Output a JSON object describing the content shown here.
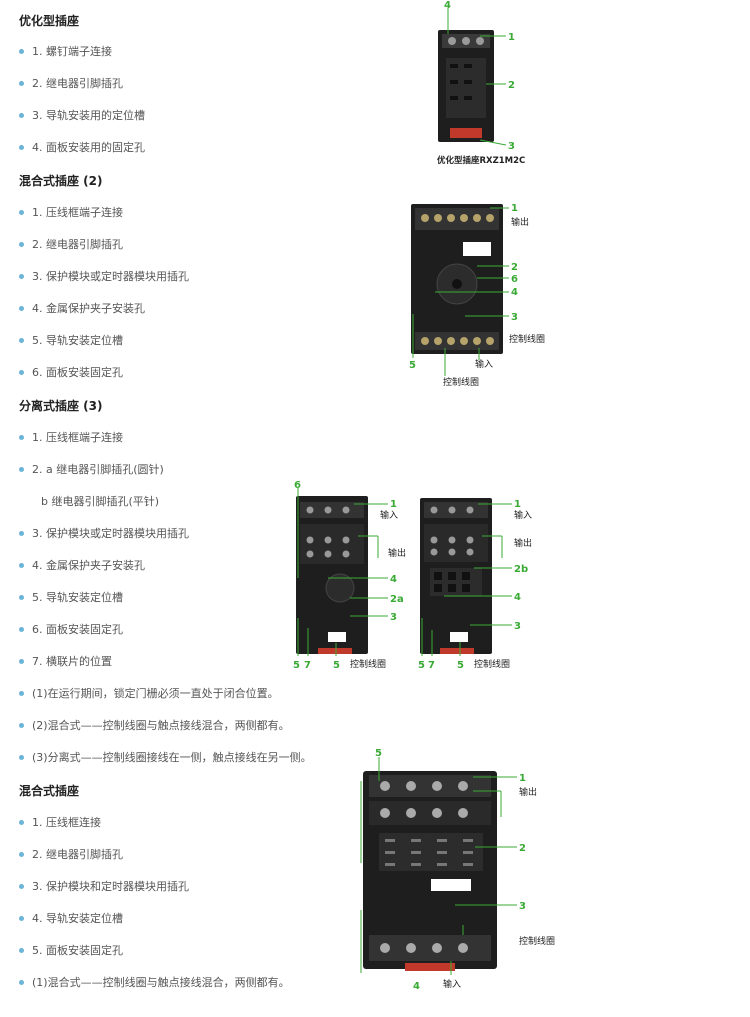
{
  "sections": [
    {
      "title": "优化型插座",
      "items": [
        "1. 螺钉端子连接",
        "2. 继电器引脚插孔",
        "3. 导轨安装用的定位槽",
        "4. 面板安装用的固定孔"
      ]
    },
    {
      "title": "混合式插座 (2)",
      "items": [
        "1. 压线框端子连接",
        "2. 继电器引脚插孔",
        "3. 保护模块或定时器模块用插孔",
        "4. 金属保护夹子安装孔",
        "5. 导轨安装定位槽",
        "6. 面板安装固定孔"
      ]
    },
    {
      "title": "分离式插座 (3)",
      "items": [
        "1. 压线框端子连接",
        "2. a 继电器引脚插孔(圆针)",
        "b 继电器引脚插孔(平针)",
        "3. 保护模块或定时器模块用插孔",
        "4. 金属保护夹子安装孔",
        "5. 导轨安装定位槽",
        "6. 面板安装固定孔",
        "7. 横联片的位置",
        "(1)在运行期间，锁定门栅必须一直处于闭合位置。",
        "(2)混合式——控制线圈与触点接线混合，两侧都有。",
        "(3)分离式——控制线圈接线在一侧，触点接线在另一侧。"
      ]
    },
    {
      "title": "混合式插座",
      "items": [
        "1. 压线框连接",
        "2. 继电器引脚插孔",
        "3. 保护模块和定时器模块用插孔",
        "4. 导轨安装定位槽",
        "5. 面板安装固定孔",
        "(1)混合式——控制线圈与触点接线混合，两侧都有。"
      ]
    }
  ],
  "figures": {
    "fig1": {
      "caption": "优化型插座RXZ1M2C",
      "callouts": [
        "4",
        "1",
        "2",
        "3"
      ]
    },
    "fig2": {
      "callouts": [
        "1",
        "2",
        "6",
        "4",
        "3",
        "5"
      ],
      "labels": {
        "output": "输出",
        "coil": "控制线圈",
        "input": "输入",
        "coil2": "控制线圈"
      }
    },
    "fig3": {
      "callouts": [
        "6",
        "1",
        "4",
        "2a",
        "3",
        "5",
        "7",
        "5"
      ],
      "labels": {
        "input": "输入",
        "output": "输出",
        "coil": "控制线圈"
      }
    },
    "fig4": {
      "callouts": [
        "1",
        "2b",
        "4",
        "3",
        "5",
        "7",
        "5"
      ],
      "labels": {
        "input": "输入",
        "output": "输出",
        "coil": "控制线圈"
      }
    },
    "fig5": {
      "callouts": [
        "5",
        "1",
        "2",
        "3",
        "4"
      ],
      "labels": {
        "output": "输出",
        "coil": "控制线圈",
        "input": "输入"
      }
    }
  }
}
